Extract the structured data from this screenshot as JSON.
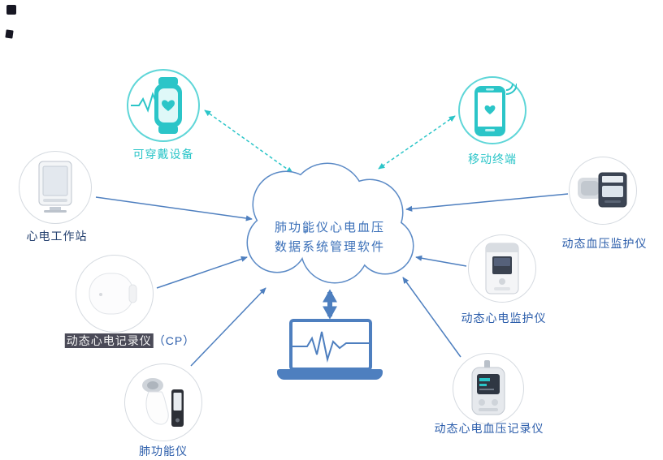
{
  "colors": {
    "teal": "#2BC5C8",
    "arrow_blue": "#4E7FBF",
    "cloud_border": "#5B8AC6",
    "cloud_text": "#3A6FB8",
    "label_blue": "#2A5CAA",
    "label_dark": "#24406F",
    "highlight_bg": "#4B4B58",
    "highlight_text": "#F2F2F2"
  },
  "cloud": {
    "line1": "肺功能仪心电血压",
    "line2": "数据系统管理软件"
  },
  "nodes": {
    "wearable": {
      "label": "可穿戴设备",
      "icon": "smartwatch-icon"
    },
    "mobile": {
      "label": "移动终端",
      "icon": "smartphone-icon"
    },
    "workstation": {
      "label": "心电工作站",
      "icon": "ecg-workstation-icon"
    },
    "holter_recorder": {
      "label": "动态心电记录仪",
      "suffix": "（CP）",
      "icon": "holter-recorder-icon"
    },
    "spirometer": {
      "label": "肺功能仪",
      "icon": "spirometer-icon"
    },
    "abp_monitor": {
      "label": "动态血压监护仪",
      "icon": "abp-monitor-icon"
    },
    "holter_monitor": {
      "label": "动态心电监护仪",
      "icon": "holter-monitor-icon"
    },
    "ecg_bp_recorder": {
      "label": "动态心电血压记录仪",
      "icon": "ecg-bp-recorder-icon"
    }
  }
}
